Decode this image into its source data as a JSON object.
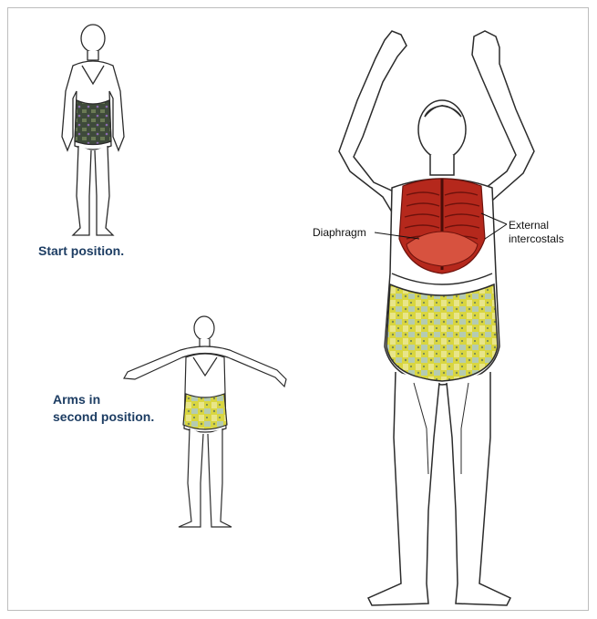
{
  "captions": {
    "start": "Start position.",
    "second": "Arms in\nsecond position."
  },
  "labels": {
    "diaphragm": "Diaphragm",
    "external_intercostals": "External\nintercostals"
  },
  "colors": {
    "frame": "#bdbdbd",
    "caption": "#1d3d63",
    "skin_outline": "#2b2b2b",
    "leotard_yellow": "#d9d640",
    "leotard_blue": "#a9c6d6",
    "muscle_red": "#b5281c",
    "muscle_dark": "#6e120c"
  }
}
